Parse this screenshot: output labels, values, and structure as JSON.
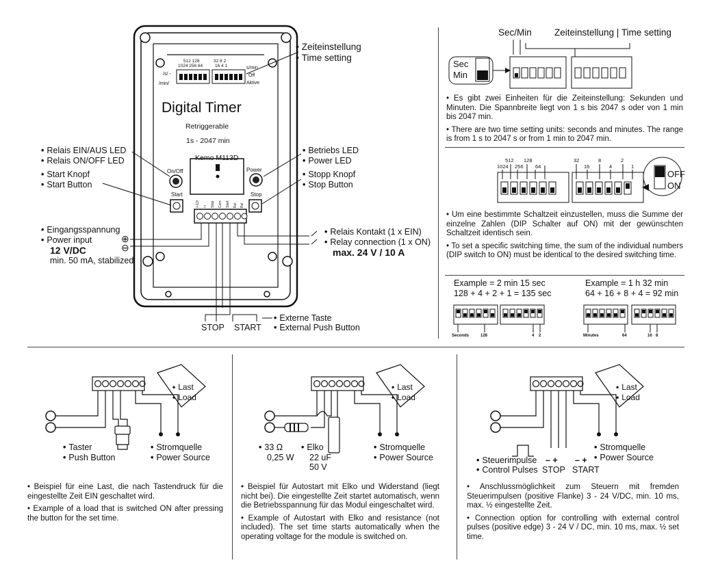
{
  "device": {
    "title": "Digital Timer",
    "subtitle1": "Retriggerable",
    "subtitle2": "1s - 2047 min",
    "model": "Kemo M113D",
    "dip_top_nums": "512  128",
    "dip_top_nums2": "32   8    2",
    "dip_bot_nums": "1024  256  64",
    "dip_bot_nums2": "16   4    1",
    "left_unit": "/s/ -",
    "left_unit2": "/min/",
    "right_unit": "s/min",
    "right_off": "Off",
    "right_active": "Aktive",
    "onoff_label": "On/Off",
    "power_label": "Power",
    "start_label": "Start",
    "stop_label": "Stop",
    "term_labels": [
      "/+12/",
      "/-/",
      "Stop",
      "Com",
      "Start",
      "Rel",
      "Rel"
    ]
  },
  "labels": {
    "zeit_de": "Zeiteinstellung",
    "zeit_en": "Time setting",
    "relais_de": "Relais EIN/AUS LED",
    "relais_en": "Relais ON/OFF LED",
    "start_de": "Start Knopf",
    "start_en": "Start Button",
    "betrieb_de": "Betriebs LED",
    "betrieb_en": "Power LED",
    "stopp_de": "Stopp Knopf",
    "stopp_en": "Stop Button",
    "input_de": "Eingangsspannung",
    "input_en": "Power input",
    "voltage": "12 V/DC",
    "current": "min. 50 mA, stabilized",
    "relay_de": "Relais Kontakt (1 x EIN)",
    "relay_en": "Relay connection (1 x ON)",
    "relay_max": "max. 24 V / 10 A",
    "ext_de": "Externe Taste",
    "ext_en": "External Push Button",
    "stop": "STOP",
    "start": "START",
    "plus": "⊕",
    "minus": "⊖"
  },
  "top_right": {
    "secmin": "Sec/Min",
    "header": "Zeiteinstellung | Time setting",
    "sec": "Sec",
    "min": "Min",
    "para_de": "Es gibt zwei Einheiten für die Zeiteinstellung: Sekunden und Minuten. Die Spannbreite liegt von 1 s bis 2047 s oder von 1 min bis 2047 min.",
    "para_en": "There are two time setting units: seconds and minutes. The range is from 1 s to 2047 s or from 1 min to 2047 min."
  },
  "mid_right": {
    "nums_top": [
      "512",
      "128",
      "32",
      "8",
      "2"
    ],
    "nums_bot": [
      "1024",
      "256",
      "64",
      "16",
      "4",
      "1"
    ],
    "off": "OFF",
    "on": "ON",
    "para_de": "Um eine bestimmte Schaltzeit einzustellen, muss die Summe der einzelne Zahlen (DIP Schalter auf ON) mit der gewünschten Schaltzeit identisch sein.",
    "para_en": "To set a specific switching time, the sum of the individual numbers (DIP switch to ON) must be identical to the desired switching time."
  },
  "examples": {
    "ex1_title": "Example = 2 min 15 sec",
    "ex1_sum": "128 + 4 + 2 + 1 = 135 sec",
    "ex2_title": "Example = 1 h 32 min",
    "ex2_sum": "64 + 16 + 8 + 4 = 92 min",
    "ex1_seconds": "Seconds",
    "ex1_128": "128",
    "ex1_4": "4",
    "ex1_2": "2",
    "ex2_minutes": "Minutes",
    "ex2_64": "64",
    "ex2_16": "16",
    "ex2_8": "8"
  },
  "panels": {
    "last": "Last",
    "load": "Load",
    "p1_taster": "Taster",
    "p1_push": "Push Button",
    "strom": "Stromquelle",
    "power": "Power Source",
    "p2_ohm": "33 Ω",
    "p2_w": "0,25 W",
    "p2_elko": "Elko",
    "p2_uf": "22 uF",
    "p2_v": "50 V",
    "p3_steuer": "Steuerimpulse",
    "p3_ctrl": "Control Pulses",
    "p3_stop": "STOP",
    "p3_start": "START",
    "p3_pm": "– +",
    "p1_de": "Beispiel für eine Last, die nach Tastendruck für die eingestellte Zeit EIN geschaltet wird.",
    "p1_en": "Example of a load that is switched ON after pressing the button for the set time.",
    "p2_de": "Beispiel für Autostart mit Elko und Widerstand (liegt nicht bei). Die eingestellte Zeit startet automatisch, wenn die Betriebsspannung für das Modul eingeschaltet wird.",
    "p2_en": "Example of Autostart with Elko and resistance (not included). The set time starts automatically when the operating voltage for the module is switched on.",
    "p3_de": "Anschlussmöglichkeit zum Steuern mit fremden Steuerimpulsen (positive Flanke) 3 - 24 V/DC, min. 10 ms, max. ½ eingestellte Zeit.",
    "p3_en": "Connection option for controlling with external control pulses (positive edge) 3 - 24 V / DC, min. 10 ms, max. ½ set time."
  }
}
